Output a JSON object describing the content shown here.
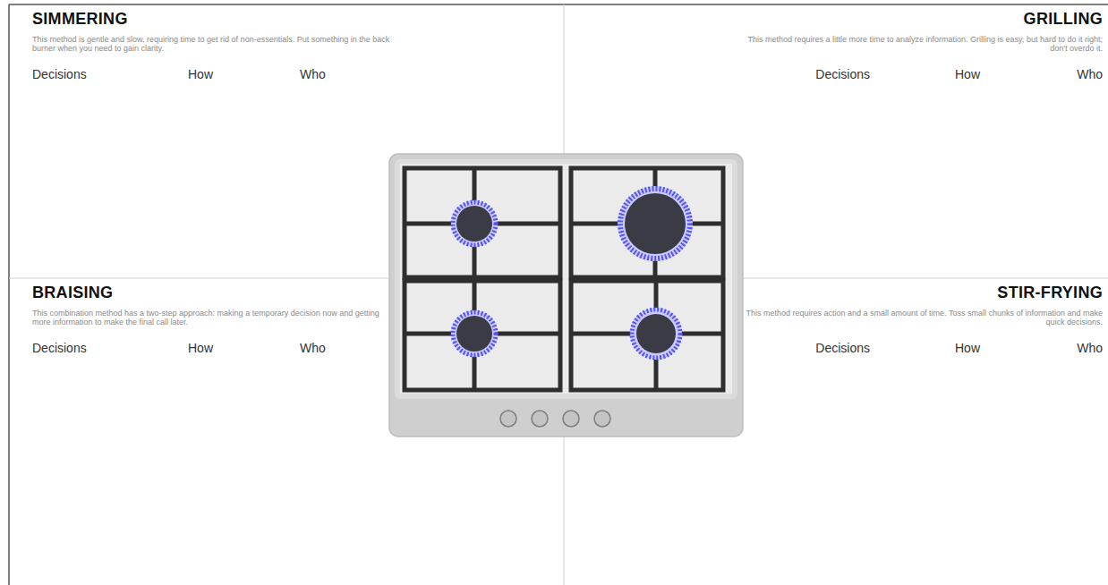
{
  "diagram": {
    "nodes": [
      {
        "text": [
          "SIMMERING",
          "This method is gentle and slow, requiring time to get rid of non-essentials. Put something in the back burner when you need to gain clarity.",
          "Decisions",
          "How",
          "Who"
        ]
      },
      {
        "text": [
          "GRILLING",
          "This method requires a little more time to analyze information. Grilling is easy, but hard to do it right; don't overdo it.",
          "Decisions",
          "How",
          "Who"
        ]
      },
      {
        "text": [
          "BRAISING",
          "This combination method has a two-step approach: making a temporary decision now and getting more information to make the final call later.",
          "Decisions",
          "How",
          "Who"
        ]
      },
      {
        "text": [
          "STIR-FRYING",
          "This method requires action and a small amount of time. Toss small chunks of information and make quick decisions.",
          "Decisions",
          "How",
          "Who"
        ]
      }
    ]
  }
}
